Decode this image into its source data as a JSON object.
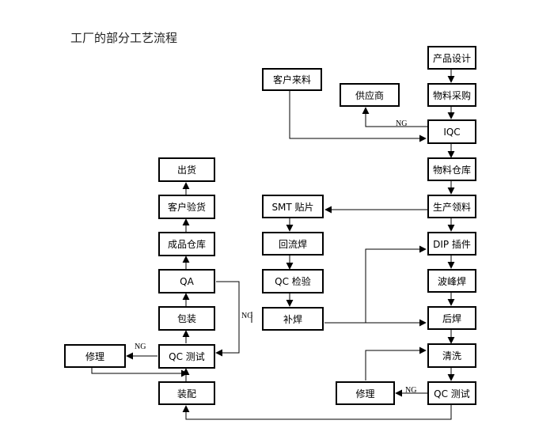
{
  "title": "工厂的部分工艺流程",
  "nodes": {
    "product_design": "产品设计",
    "material_purchase": "物料采购",
    "iqc": "IQC",
    "material_warehouse": "物料仓库",
    "production_pick": "生产领料",
    "dip_insert": "DIP 插件",
    "wave_solder": "波峰焊",
    "post_solder": "后焊",
    "cleaning": "清洗",
    "qc_test_right": "QC 测试",
    "repair_right": "修理",
    "customer_material": "客户来料",
    "supplier": "供应商",
    "smt": "SMT 贴片",
    "reflow": "回流焊",
    "qc_inspect": "QC 检验",
    "resolder": "补焊",
    "shipment": "出货",
    "customer_inspect": "客户验货",
    "finished_warehouse": "成品仓库",
    "qa": "QA",
    "packing": "包装",
    "qc_test_left": "QC 测试",
    "repair_left": "修理",
    "assembly": "装配"
  },
  "labels": {
    "ng_iqc": "NG",
    "ng_qc_right": "NG",
    "ng_qa": "NG",
    "ng_qc_left": "NG"
  }
}
